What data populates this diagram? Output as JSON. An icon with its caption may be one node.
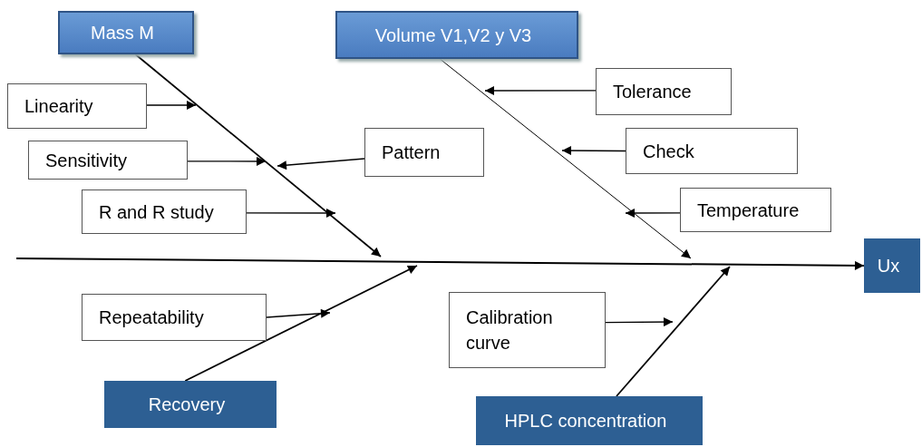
{
  "diagram": {
    "nodes": [
      {
        "text": [
          "Mass M"
        ]
      },
      {
        "text": [
          "Volume V1,V2 y V3"
        ]
      },
      {
        "text": [
          "Linearity"
        ]
      },
      {
        "text": [
          "Sensitivity"
        ]
      },
      {
        "text": [
          "Pattern"
        ]
      },
      {
        "text": [
          "R and R study"
        ]
      },
      {
        "text": [
          "Tolerance"
        ]
      },
      {
        "text": [
          "Check"
        ]
      },
      {
        "text": [
          "Temperature"
        ]
      },
      {
        "text": [
          "Ux"
        ]
      },
      {
        "text": [
          "Repeatability"
        ]
      },
      {
        "text": [
          "Calibration curve"
        ]
      },
      {
        "text": [
          "Recovery"
        ]
      },
      {
        "text": [
          "HPLC concentration"
        ]
      }
    ],
    "edges": [
      {
        "from": null,
        "to": 9,
        "arrow": "to"
      },
      {
        "from": 0,
        "to": null,
        "arrow": "to"
      },
      {
        "from": 1,
        "to": null,
        "arrow": "to"
      },
      {
        "from": 12,
        "to": null,
        "arrow": "to"
      },
      {
        "from": 13,
        "to": null,
        "arrow": "to"
      },
      {
        "from": 2,
        "to": null,
        "arrow": "to"
      },
      {
        "from": 3,
        "to": null,
        "arrow": "to"
      },
      {
        "from": 4,
        "to": null,
        "arrow": "to"
      },
      {
        "from": 5,
        "to": null,
        "arrow": "to"
      },
      {
        "from": 6,
        "to": null,
        "arrow": "to"
      },
      {
        "from": 7,
        "to": null,
        "arrow": "to"
      },
      {
        "from": 8,
        "to": null,
        "arrow": "to"
      },
      {
        "from": 10,
        "to": null,
        "arrow": "to"
      },
      {
        "from": 11,
        "to": null,
        "arrow": "to"
      }
    ]
  }
}
